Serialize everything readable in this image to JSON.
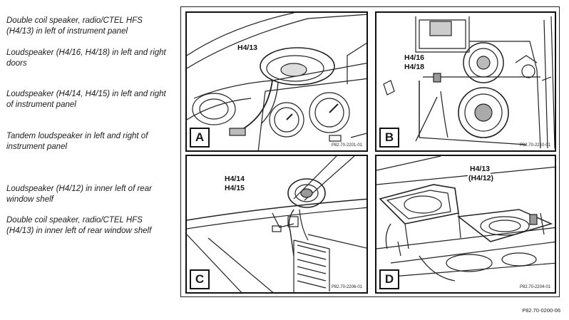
{
  "descriptions": [
    "Double coil speaker, radio/CTEL HFS (H4/13) in left of instrument panel",
    "Loudspeaker (H4/16, H4/18) in left and right doors",
    "Loudspeaker (H4/14, H4/15) in left and right of instrument panel",
    "Tandem loudspeaker in left and right of instrument panel",
    "Loudspeaker (H4/12) in inner left of rear window shelf",
    "Double coil speaker, radio/CTEL HFS (H4/13) in inner left of rear window shelf"
  ],
  "panels": {
    "a": {
      "letter": "A",
      "code": "P82.70-2201-01",
      "callout": "H4/13"
    },
    "b": {
      "letter": "B",
      "code": "P82.70-2210-01",
      "callout1": "H4/16",
      "callout2": "H4/18"
    },
    "c": {
      "letter": "C",
      "code": "P82.70-2206-01",
      "callout1": "H4/14",
      "callout2": "H4/15"
    },
    "d": {
      "letter": "D",
      "code": "P82.70-2204-01",
      "callout1": "H4/13",
      "callout2": "(H4/12)"
    }
  },
  "footer_code": "P82.70-0200-06"
}
